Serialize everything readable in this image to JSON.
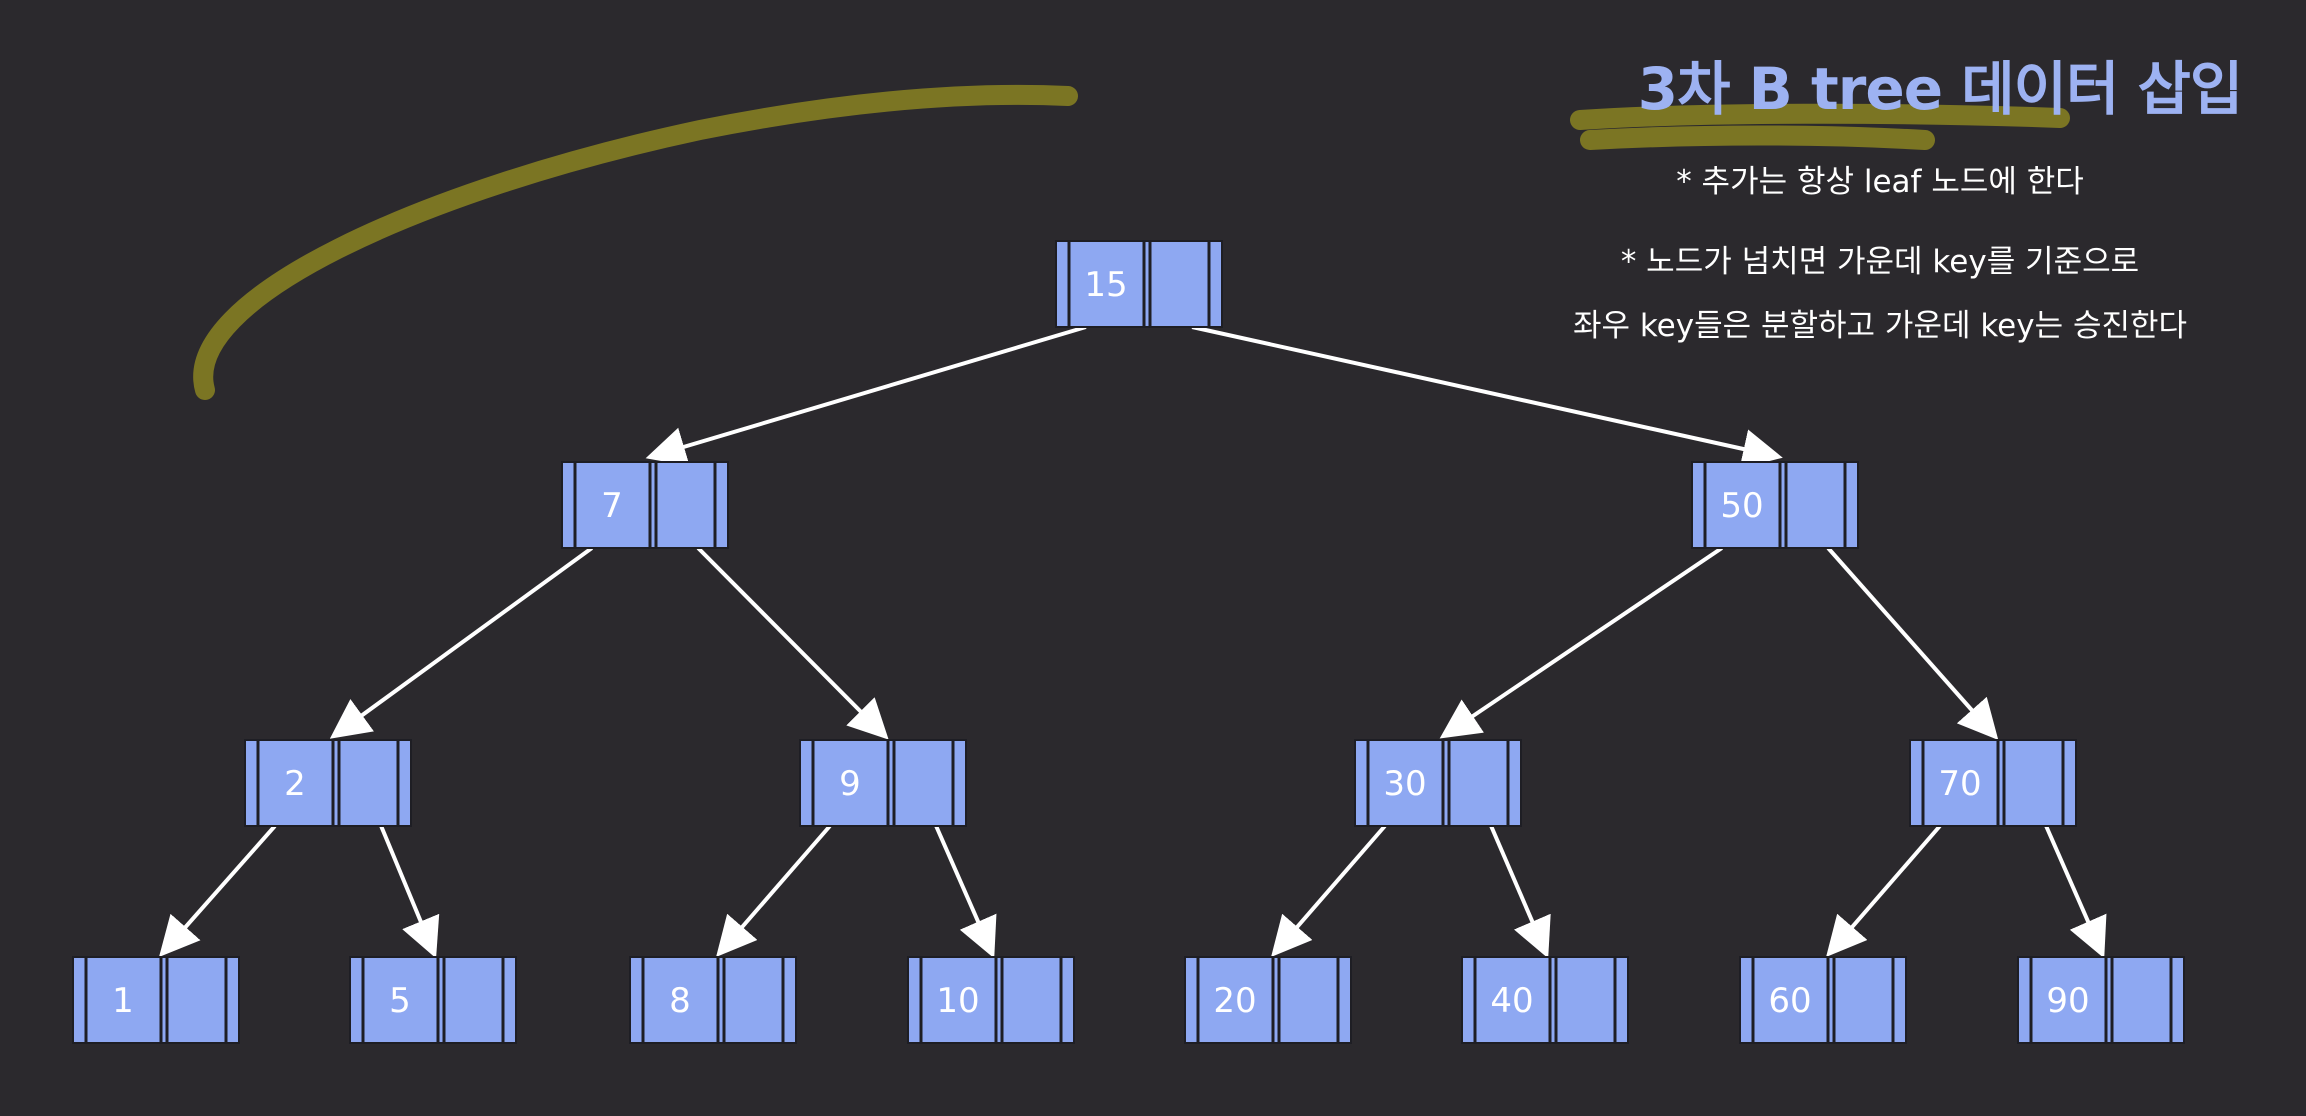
{
  "title": "3차 B tree 데이터 삽입",
  "notes": [
    "* 추가는 항상 leaf 노드에 한다",
    "* 노드가 넘치면 가운데 key를 기준으로",
    "좌우 key들은 분할하고 가운데 key는 승진한다"
  ],
  "colors": {
    "background": "#2b292d",
    "node_fill": "#8ea8f2",
    "node_border": "#1e1e24",
    "edge": "#ffffff",
    "highlight": "#8a8222",
    "title": "#9db2f2"
  },
  "tree": {
    "nodes": [
      {
        "id": "n15",
        "key": "15"
      },
      {
        "id": "n7",
        "key": "7"
      },
      {
        "id": "n50",
        "key": "50"
      },
      {
        "id": "n2",
        "key": "2"
      },
      {
        "id": "n9",
        "key": "9"
      },
      {
        "id": "n30",
        "key": "30"
      },
      {
        "id": "n70",
        "key": "70"
      },
      {
        "id": "n1",
        "key": "1"
      },
      {
        "id": "n5",
        "key": "5"
      },
      {
        "id": "n8",
        "key": "8"
      },
      {
        "id": "n10",
        "key": "10"
      },
      {
        "id": "n20",
        "key": "20"
      },
      {
        "id": "n40",
        "key": "40"
      },
      {
        "id": "n60",
        "key": "60"
      },
      {
        "id": "n90",
        "key": "90"
      }
    ],
    "edges": [
      [
        "n15",
        "n7"
      ],
      [
        "n15",
        "n50"
      ],
      [
        "n7",
        "n2"
      ],
      [
        "n7",
        "n9"
      ],
      [
        "n50",
        "n30"
      ],
      [
        "n50",
        "n70"
      ],
      [
        "n2",
        "n1"
      ],
      [
        "n2",
        "n5"
      ],
      [
        "n9",
        "n8"
      ],
      [
        "n9",
        "n10"
      ],
      [
        "n30",
        "n20"
      ],
      [
        "n30",
        "n40"
      ],
      [
        "n70",
        "n60"
      ],
      [
        "n70",
        "n90"
      ]
    ]
  }
}
